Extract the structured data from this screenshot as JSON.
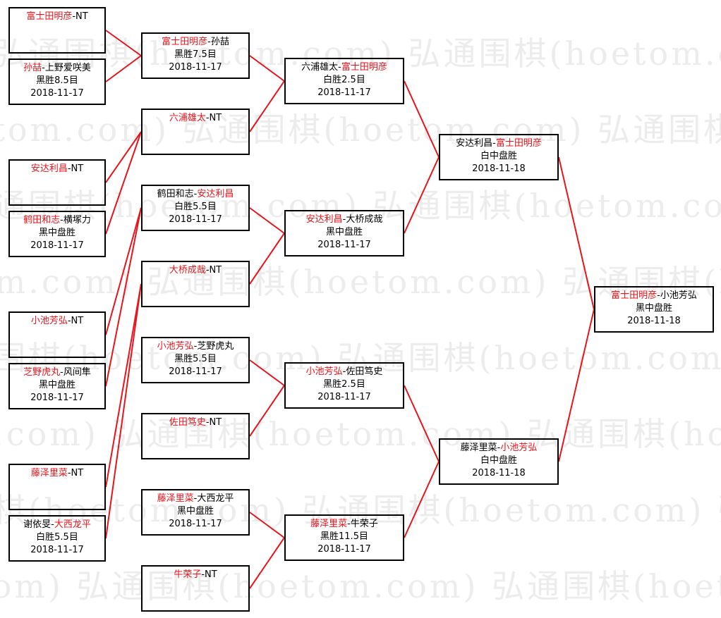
{
  "watermark": "弘通围棋(hoetom.com) 弘通围棋(hoetom.com) 弘通围棋(hoetom.com)",
  "line_color": "#e8141c",
  "rounds": [
    [
      {
        "players": [
          {
            "t": "富士田明彦",
            "w": true
          },
          {
            "t": "-NT"
          }
        ],
        "result": "",
        "date": ""
      },
      {
        "players": [
          {
            "t": "孙喆",
            "w": true
          },
          {
            "t": "-上野爱咲美"
          }
        ],
        "result": "黑胜8.5目",
        "date": "2018-11-17"
      },
      {
        "players": [
          {
            "t": "安达利昌",
            "w": true
          },
          {
            "t": "-NT"
          }
        ],
        "result": "",
        "date": ""
      },
      {
        "players": [
          {
            "t": "鹤田和志",
            "w": true
          },
          {
            "t": "-横塚力"
          }
        ],
        "result": "黑中盘胜",
        "date": "2018-11-17"
      },
      {
        "players": [
          {
            "t": "小池芳弘",
            "w": true
          },
          {
            "t": "-NT"
          }
        ],
        "result": "",
        "date": ""
      },
      {
        "players": [
          {
            "t": "芝野虎丸",
            "w": true
          },
          {
            "t": "-风间隼"
          }
        ],
        "result": "黑中盘胜",
        "date": "2018-11-17"
      },
      {
        "players": [
          {
            "t": "藤泽里菜",
            "w": true
          },
          {
            "t": "-NT"
          }
        ],
        "result": "",
        "date": ""
      },
      {
        "players": [
          {
            "t": "谢依旻-"
          },
          {
            "t": "大西龙平",
            "w": true
          }
        ],
        "result": "白胜5.5目",
        "date": "2018-11-17"
      }
    ],
    [
      {
        "players": [
          {
            "t": "富士田明彦",
            "w": true
          },
          {
            "t": "-孙喆"
          }
        ],
        "result": "黑胜7.5目",
        "date": "2018-11-17"
      },
      {
        "players": [
          {
            "t": "六浦雄太",
            "w": true
          },
          {
            "t": "-NT"
          }
        ],
        "result": "",
        "date": ""
      },
      {
        "players": [
          {
            "t": "鹤田和志-"
          },
          {
            "t": "安达利昌",
            "w": true
          }
        ],
        "result": "白胜5.5目",
        "date": "2018-11-17"
      },
      {
        "players": [
          {
            "t": "大桥成哉",
            "w": true
          },
          {
            "t": "-NT"
          }
        ],
        "result": "",
        "date": ""
      },
      {
        "players": [
          {
            "t": "小池芳弘",
            "w": true
          },
          {
            "t": "-芝野虎丸"
          }
        ],
        "result": "黑胜5.5目",
        "date": "2018-11-17"
      },
      {
        "players": [
          {
            "t": "佐田笃史",
            "w": true
          },
          {
            "t": "-NT"
          }
        ],
        "result": "",
        "date": ""
      },
      {
        "players": [
          {
            "t": "藤泽里菜",
            "w": true
          },
          {
            "t": "-大西龙平"
          }
        ],
        "result": "黑中盘胜",
        "date": "2018-11-17"
      },
      {
        "players": [
          {
            "t": "牛荣子",
            "w": true
          },
          {
            "t": "-NT"
          }
        ],
        "result": "",
        "date": ""
      }
    ],
    [
      {
        "players": [
          {
            "t": "六浦雄太-"
          },
          {
            "t": "富士田明彦",
            "w": true
          }
        ],
        "result": "白胜2.5目",
        "date": "2018-11-17"
      },
      {
        "players": [
          {
            "t": "安达利昌",
            "w": true
          },
          {
            "t": "-大桥成哉"
          }
        ],
        "result": "黑中盘胜",
        "date": "2018-11-17"
      },
      {
        "players": [
          {
            "t": "小池芳弘",
            "w": true
          },
          {
            "t": "-佐田笃史"
          }
        ],
        "result": "黑胜2.5目",
        "date": "2018-11-17"
      },
      {
        "players": [
          {
            "t": "藤泽里菜",
            "w": true
          },
          {
            "t": "-牛荣子"
          }
        ],
        "result": "黑胜11.5目",
        "date": "2018-11-17"
      }
    ],
    [
      {
        "players": [
          {
            "t": "安达利昌-"
          },
          {
            "t": "富士田明彦",
            "w": true
          }
        ],
        "result": "白中盘胜",
        "date": "2018-11-18"
      },
      {
        "players": [
          {
            "t": "藤泽里菜-"
          },
          {
            "t": "小池芳弘",
            "w": true
          }
        ],
        "result": "白中盘胜",
        "date": "2018-11-18"
      }
    ],
    [
      {
        "players": [
          {
            "t": "富士田明彦",
            "w": true
          },
          {
            "t": "-小池芳弘"
          }
        ],
        "result": "黑中盘胜",
        "date": "2018-11-18"
      }
    ]
  ]
}
